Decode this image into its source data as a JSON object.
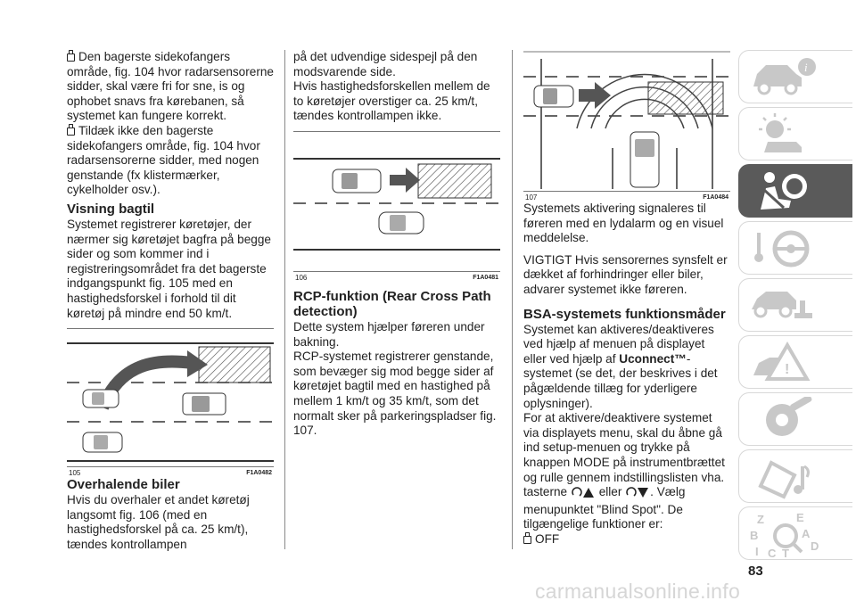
{
  "column1": {
    "bullet1": "Den bagerste sidekofangers område, fig. 104 hvor radarsensorerne sidder, skal være fri for sne, is og ophobet snavs fra kørebanen, så systemet kan fungere korrekt.",
    "bullet2": "Tildæk ikke den bagerste sidekofangers område, fig. 104 hvor radarsensorerne sidder, med nogen genstande (fx klistermærker, cykelholder osv.).",
    "heading_visning": "Visning bagtil",
    "para_visning": "Systemet registrerer køretøjer, der nærmer sig køretøjet bagfra på begge sider og som kommer ind i registreringsområdet fra det bagerste indgangspunkt fig. 105 med en hastighedsforskel i forhold til dit køretøj på mindre end 50 km/t.",
    "fig105_num": "105",
    "fig105_code": "F1A0482",
    "heading_overhal": "Overhalende biler",
    "para_overhal": "Hvis du overhaler et andet køretøj langsomt fig. 106 (med en hastighedsforskel på ca. 25 km/t), tændes kontrollampen"
  },
  "column2": {
    "para_cont": "på det udvendige sidespejl på den modsvarende side.",
    "para_speed": "Hvis hastighedsforskellen mellem de to køretøjer overstiger ca. 25 km/t, tændes kontrollampen ikke.",
    "fig106_num": "106",
    "fig106_code": "F1A0481",
    "heading_rcp": "RCP-funktion (Rear Cross Path detection)",
    "para_rcp1": "Dette system hjælper føreren under bakning.",
    "para_rcp2": "RCP-systemet registrerer genstande, som bevæger sig mod begge sider af køretøjet bagtil med en hastighed på mellem 1 km/t og 35 km/t, som det normalt sker på parkeringspladser fig. 107."
  },
  "column3": {
    "fig107_num": "107",
    "fig107_code": "F1A0484",
    "para_activ": "Systemets aktivering signaleres til føreren med en lydalarm og en visuel meddelelse.",
    "para_vigtigt": "VIGTIGT Hvis sensorernes synsfelt er dækket af forhindringer eller biler, advarer systemet ikke føreren.",
    "heading_bsa": "BSA-systemets funktionsmåder",
    "para_bsa1_a": "Systemet kan aktiveres/deaktiveres ved hjælp af menuen på displayet eller ved hjælp af ",
    "para_bsa1_bold": "Uconnect™",
    "para_bsa1_b": "-systemet (se det, der beskrives i det pågældende tillæg for yderligere oplysninger).",
    "para_bsa2_a": "For at aktivere/deaktivere systemet via displayets menu, skal du åbne gå ind setup-menuen og trykke på knappen MODE på instrumentbrættet og rulle gennem indstillingslisten vha. tasterne",
    "para_bsa2_eller": "eller",
    "para_bsa2_b": ". Vælg menupunktet \"Blind Spot\". De tilgængelige funktioner er:",
    "bullet_off": "OFF"
  },
  "page_number": "83",
  "watermark": "carmanualsonline.info",
  "tab_icons": [
    "car-info-icon",
    "dashboard-light-icon",
    "airbag-seat-icon",
    "steering-key-icon",
    "car-jack-icon",
    "warning-triangle-icon",
    "maintenance-icon",
    "music-icon",
    "index-letters-icon"
  ],
  "tab_index_letters": [
    "Z",
    "E",
    "B",
    "A",
    "D",
    "I",
    "C",
    "T"
  ],
  "colors": {
    "active_tab": "#5a5a5a",
    "icon_gray": "#c8c8c8",
    "hatch": "#555555"
  }
}
